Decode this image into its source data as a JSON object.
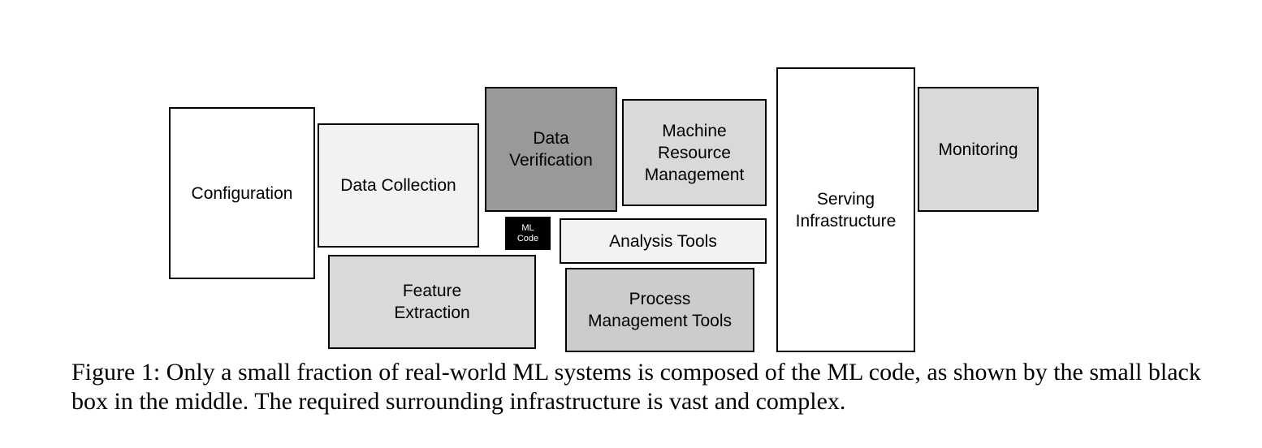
{
  "boxes": {
    "configuration": {
      "label": "Configuration",
      "fill": "#ffffff"
    },
    "data_collection": {
      "label": "Data Collection",
      "fill": "#f2f2f2"
    },
    "data_verification": {
      "label": "Data\nVerification",
      "fill": "#999999"
    },
    "machine_resource_management": {
      "label": "Machine\nResource\nManagement",
      "fill": "#d9d9d9"
    },
    "serving_infrastructure": {
      "label": "Serving\nInfrastructure",
      "fill": "#ffffff"
    },
    "monitoring": {
      "label": "Monitoring",
      "fill": "#d9d9d9"
    },
    "ml_code": {
      "label": "ML\nCode",
      "fill": "#000000"
    },
    "analysis_tools": {
      "label": "Analysis Tools",
      "fill": "#f2f2f2"
    },
    "feature_extraction": {
      "label": "Feature\nExtraction",
      "fill": "#d9d9d9"
    },
    "process_management_tools": {
      "label": "Process\nManagement Tools",
      "fill": "#cccccc"
    }
  },
  "caption": "Figure 1: Only a small fraction of real-world ML systems is composed of the ML code, as shown by the small black box in the middle. The required surrounding infrastructure is vast and complex."
}
